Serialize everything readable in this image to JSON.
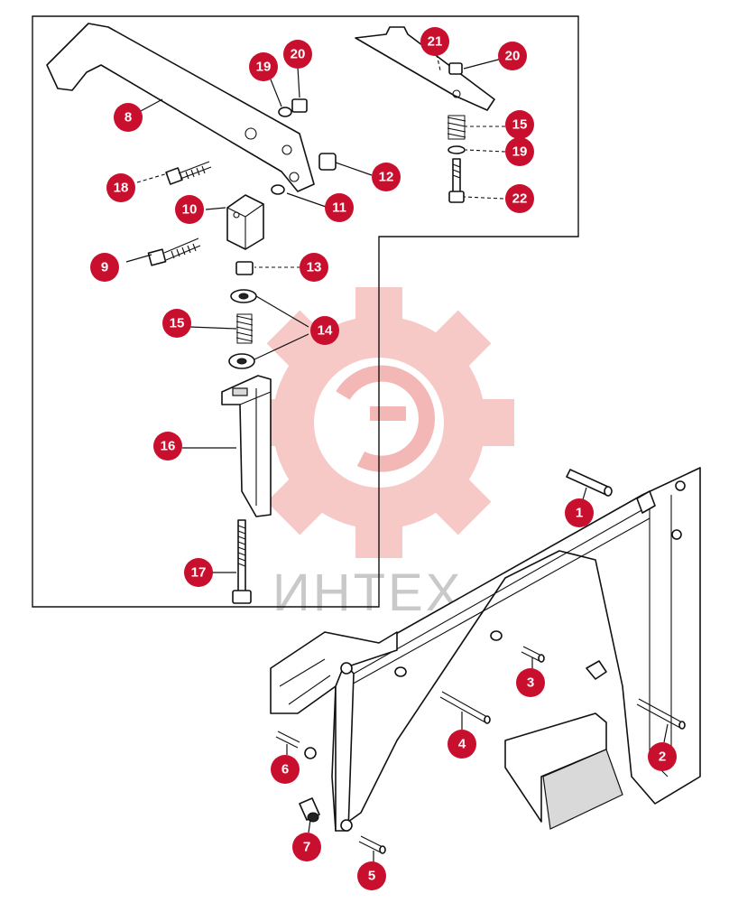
{
  "diagram": {
    "callouts": [
      {
        "id": "c8",
        "label": "8"
      },
      {
        "id": "c9",
        "label": "9"
      },
      {
        "id": "c10",
        "label": "10"
      },
      {
        "id": "c11",
        "label": "11"
      },
      {
        "id": "c12",
        "label": "12"
      },
      {
        "id": "c13",
        "label": "13"
      },
      {
        "id": "c14",
        "label": "14"
      },
      {
        "id": "c15a",
        "label": "15"
      },
      {
        "id": "c15b",
        "label": "15"
      },
      {
        "id": "c16",
        "label": "16"
      },
      {
        "id": "c17",
        "label": "17"
      },
      {
        "id": "c18",
        "label": "18"
      },
      {
        "id": "c19a",
        "label": "19"
      },
      {
        "id": "c19b",
        "label": "19"
      },
      {
        "id": "c20a",
        "label": "20"
      },
      {
        "id": "c20b",
        "label": "20"
      },
      {
        "id": "c21",
        "label": "21"
      },
      {
        "id": "c22",
        "label": "22"
      },
      {
        "id": "c1",
        "label": "1"
      },
      {
        "id": "c2",
        "label": "2"
      },
      {
        "id": "c3",
        "label": "3"
      },
      {
        "id": "c4",
        "label": "4"
      },
      {
        "id": "c5",
        "label": "5"
      },
      {
        "id": "c6",
        "label": "6"
      },
      {
        "id": "c7",
        "label": "7"
      }
    ],
    "callout_color": "#c8102e"
  },
  "watermark": {
    "text": "ИНТЕХ",
    "color": "#f3b7b5",
    "icon": "gear-icon"
  }
}
